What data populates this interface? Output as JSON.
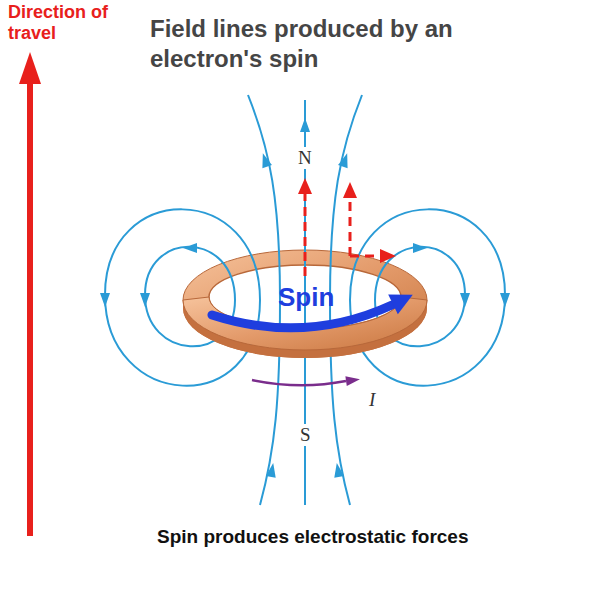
{
  "diagram": {
    "title": "Field lines produced by an electron's spin",
    "caption": "Spin produces electrostatic forces",
    "labels": [
      "Direction of travel",
      "N",
      "Spin",
      "I",
      "S"
    ]
  }
}
